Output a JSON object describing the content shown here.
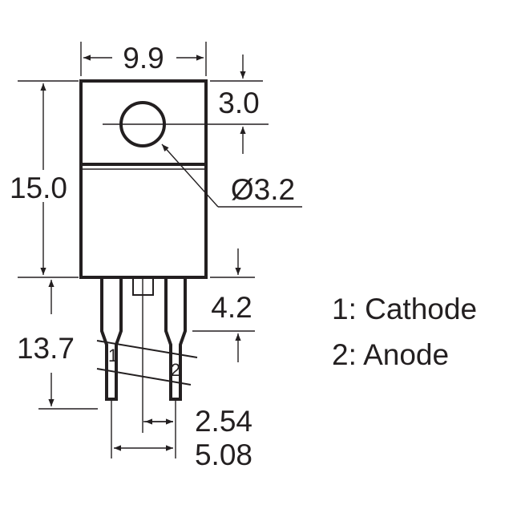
{
  "dimensions": {
    "width": "9.9",
    "hole_offset": "3.0",
    "hole_diameter": "Ø3.2",
    "body_height": "15.0",
    "lead_length": "13.7",
    "body_to_lead": "4.2",
    "pin_pitch": "2.54",
    "pin_span": "5.08"
  },
  "pins": {
    "pin1_number": "1",
    "pin2_number": "2"
  },
  "legend": {
    "pin1": "1: Cathode",
    "pin2": "2: Anode"
  }
}
